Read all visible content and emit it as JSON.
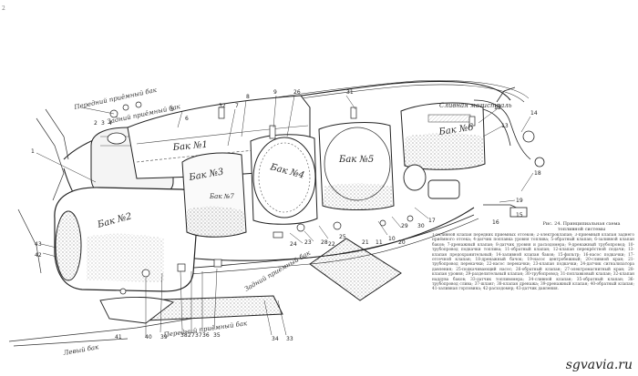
{
  "labels": {
    "front_tank": "Передний приёмный бак",
    "rear_tank": "Задний приёмный бак",
    "tank1": "Бак №1",
    "tank2": "Бак №2",
    "tank3": "Бак №3",
    "tank4": "Бак №4",
    "tank5": "Бак №5",
    "tank6": "Бак №6",
    "tank7": "Бак №7",
    "wing_tank": "Левый бак",
    "front_receiver_lower": "Передний приёмный бак",
    "rear_receiver_lower": "Задний приёмный бак",
    "supply_line": "Сливная магистраль"
  },
  "caption": {
    "title": "Рис. 24. Принципиальная схема топливной системы",
    "body": "1-заливной клапан передних приёмных отсеков; 2-электроклапан; 3-приёмный клапан заднего приёмного отсека; 4-датчик поплавка уровня топлива; 5-обратный клапан; 6-заливной клапан баков; 7-дренажный клапан; 8-датчик уровня и расходомера; 9-дренажный трубопровод; 10-трубопровод подкачки топлива; 11-обратный клапан; 12-клапан перекрёстной подачи; 13-клапан предохранительный; 14-заливной клапан баков; 15-фильтр; 16-насос подкачки; 17-отсечной клапан; 18-дренажный бачок; 19-насос центробежный; 20-сливной кран; 21-трубопровод перекачки; 22-насос перекачки; 23-клапан подкачки; 24-датчик сигнализатора давления; 25-подкачивающий насос; 26-обратный клапан; 27-электромагнитный кран; 28-клапан уровня; 29-разделительный клапан; 30-трубопровод; 31-поплавковый клапан; 32-клапан наддува баков; 33-датчик топливомера; 34-сливной клапан; 35-обратный клапан; 36-трубопровод слива; 37-шланг; 38-клапан дренажа; 39-дренажный клапан; 40-обратный клапан; 41-заливная горловина; 42-расходомер; 43-датчик давления."
  },
  "numbers": [
    "1",
    "2",
    "3",
    "4",
    "5",
    "6",
    "7",
    "8",
    "9",
    "10",
    "11",
    "12",
    "13",
    "14",
    "15",
    "16",
    "17",
    "18",
    "19",
    "20",
    "21",
    "22",
    "23",
    "24",
    "25",
    "26",
    "27",
    "28",
    "29",
    "30",
    "31",
    "32",
    "33",
    "34",
    "35",
    "36",
    "37",
    "38",
    "39",
    "40",
    "41",
    "42",
    "43"
  ],
  "watermark": "sgvavia.ru",
  "margin_mark": "2"
}
